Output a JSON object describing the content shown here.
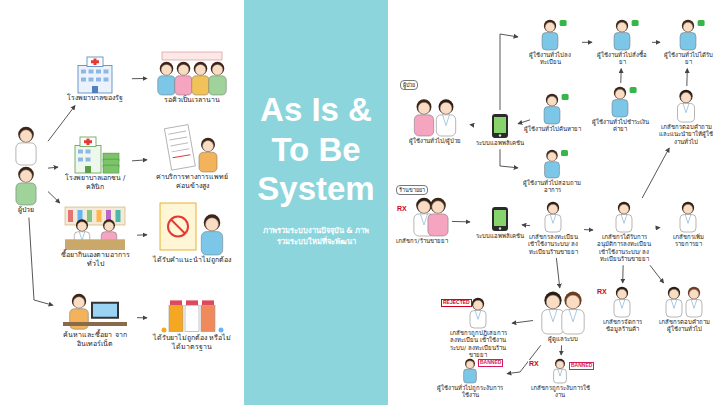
{
  "diagram": {
    "nodes": [
      {
        "text": [
          "ผู้ป่วย"
        ]
      },
      {
        "text": [
          "โรงพยาบาลของรัฐ"
        ]
      },
      {
        "text": [
          "รอคิวเป็นเวลานาน"
        ]
      },
      {
        "text": [
          "โรงพยาบาลเอกชน /คลินิก"
        ]
      },
      {
        "text": [
          "ค่าบริการทางการแพทย์ค่อนข้างสูง"
        ]
      },
      {
        "text": [
          "ซื้อยากินเองตามอาการทั่วไป"
        ]
      },
      {
        "text": [
          "ได้รับคำแนะนำไม่ถูกต้อง"
        ]
      },
      {
        "text": [
          "ค้นหาและซื้อยา จากอินเทอร์เน็ต"
        ]
      },
      {
        "text": [
          "ได้รับยาไม่ถูกต้อง หรือไม่ได้มาตรฐาน"
        ]
      },
      {
        "text": [
          "As Is & To Be System",
          "ภาพรวมระบบงานปัจจุบัน & ภาพรวมระบบใหม่ที่จะพัฒนา"
        ]
      },
      {
        "text": [
          "ผู้ใช้งานทั่วไป/ผู้ป่วย"
        ]
      },
      {
        "text": [
          "ระบบแอพพลิเคชัน"
        ]
      },
      {
        "text": [
          "ผู้ใช้งานทั่วไปลงทะเบียน"
        ]
      },
      {
        "text": [
          "ผู้ใช้งานทั่วไปสั่งซื้อยา"
        ]
      },
      {
        "text": [
          "ผู้ใช้งานทั่วไปได้รับยา"
        ]
      },
      {
        "text": [
          "ผู้ใช้งานทั่วไปค้นหายา"
        ]
      },
      {
        "text": [
          "ผู้ใช้งานทั่วไปชำระเงินค่ายา"
        ]
      },
      {
        "text": [
          "เภสัชกรตอบคำถามและแนะนำยาให้ผู้ใช้งานทั่วไป"
        ]
      },
      {
        "text": [
          "ผู้ใช้งานทั่วไปสอบถามอาการ"
        ]
      },
      {
        "text": [
          "เภสัชกร/ร้านขายยา"
        ]
      },
      {
        "text": [
          "ระบบแอพพลิเคชัน"
        ]
      },
      {
        "text": [
          "เภสัชกรลงทะเบียน เข้าใช้งานระบบ/ ลงทะเบียนร้านขายยา"
        ]
      },
      {
        "text": [
          "เภสัชกรได้รับการอนุมัติการลงทะเบียน เข้าใช้งานระบบ/ ลงทะเบียนร้านขายยา"
        ]
      },
      {
        "text": [
          "เภสัชกรเพิ่มรายการยา"
        ]
      },
      {
        "text": [
          "ผู้ดูแลระบบ"
        ]
      },
      {
        "text": [
          "เภสัชกรจัดการข้อมูลร้านค้า"
        ]
      },
      {
        "text": [
          "เภสัชกรตอบคำถามผู้ใช้งานทั่วไป"
        ]
      },
      {
        "text": [
          "เภสัชกรถูกปฏิเสธการลงทะเบียน เข้าใช้งานระบบ/ ลงทะเบียนร้านขายยา"
        ]
      },
      {
        "text": [
          "ผู้ใช้งานทั่วไปถูกระงับการใช้งาน"
        ]
      },
      {
        "text": [
          "เภสัชกรถูกระงับการใช้งาน"
        ]
      }
    ],
    "edges": [
      {
        "from": 0,
        "to": 1,
        "arrow": "to"
      },
      {
        "from": 0,
        "to": 3,
        "arrow": "to"
      },
      {
        "from": 0,
        "to": 5,
        "arrow": "to"
      },
      {
        "from": 0,
        "to": 7,
        "arrow": "to"
      },
      {
        "from": 1,
        "to": 2,
        "arrow": "to"
      },
      {
        "from": 3,
        "to": 4,
        "arrow": "to"
      },
      {
        "from": 5,
        "to": 6,
        "arrow": "to"
      },
      {
        "from": 7,
        "to": 8,
        "arrow": "to"
      },
      {
        "from": 10,
        "to": 11,
        "arrow": "to"
      },
      {
        "from": 11,
        "to": 12,
        "arrow": "to"
      },
      {
        "from": 11,
        "to": 15,
        "arrow": "to"
      },
      {
        "from": 11,
        "to": 18,
        "arrow": "to"
      },
      {
        "from": 12,
        "to": 13,
        "arrow": "to"
      },
      {
        "from": 13,
        "to": 14,
        "arrow": "to"
      },
      {
        "from": 16,
        "to": 13,
        "arrow": "to"
      },
      {
        "from": 17,
        "to": 14,
        "arrow": "to"
      },
      {
        "from": 22,
        "to": 17,
        "arrow": "to"
      },
      {
        "from": 19,
        "to": 20,
        "arrow": "to"
      },
      {
        "from": 20,
        "to": 21,
        "arrow": "to"
      },
      {
        "from": 21,
        "to": 22,
        "arrow": "to"
      },
      {
        "from": 21,
        "to": 24,
        "arrow": "to"
      },
      {
        "from": 24,
        "to": 27,
        "arrow": "to"
      },
      {
        "from": 24,
        "to": 28,
        "arrow": "to"
      },
      {
        "from": 24,
        "to": 29,
        "arrow": "to"
      },
      {
        "from": 22,
        "to": 23,
        "arrow": "to"
      },
      {
        "from": 22,
        "to": 25,
        "arrow": "to"
      },
      {
        "from": 22,
        "to": 26,
        "arrow": "to"
      }
    ],
    "labels": [
      "ผู้ป่วย",
      "ร้านขายยา",
      "RX",
      "RX",
      "RX",
      "REJECTED",
      "BANNED",
      "BANNED"
    ]
  }
}
